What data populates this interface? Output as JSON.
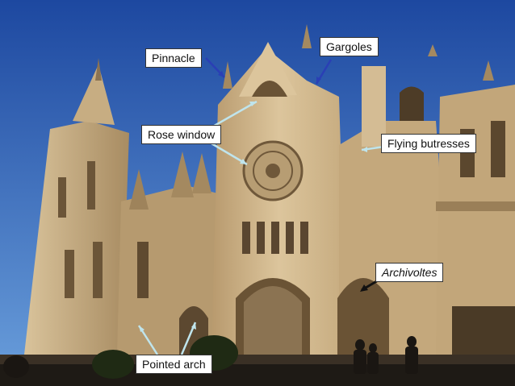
{
  "labels": {
    "pinnacle": "Pinnacle",
    "gargoles": "Gargoles",
    "rose_window": "Rose window",
    "flying_butresses": "Flying butresses",
    "archivoltes": "Archivoltes",
    "pointed_arch": "Pointed arch"
  },
  "colors": {
    "sky_top": "#1f4fa8",
    "sky_bottom": "#5f97d8",
    "stone": "#c9b08a",
    "stone_light": "#e2cfa9",
    "stone_shadow": "#8b7352",
    "arrow_blue": "#2a3fb5",
    "arrow_light": "#bfe4ec",
    "arrow_dark": "#111111"
  }
}
